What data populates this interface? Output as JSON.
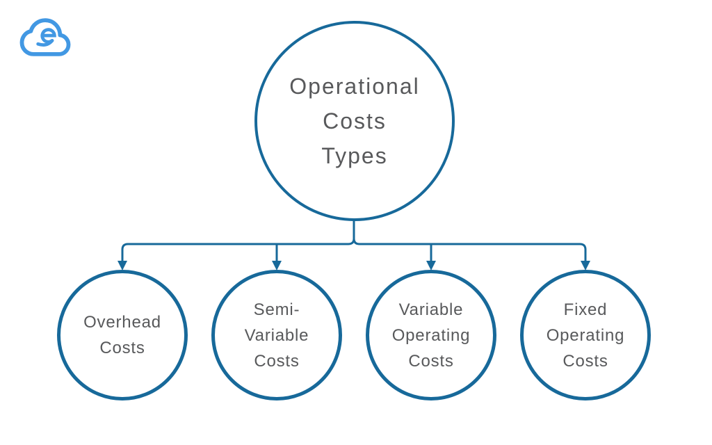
{
  "theme": {
    "background": "#ffffff",
    "node_stroke": "#17699a",
    "node_fill": "#ffffff",
    "connector_color": "#17699a",
    "text_color": "#58595b",
    "logo_blue": "#4298e3"
  },
  "logo": {
    "icon": "cloud-e-logo"
  },
  "diagram": {
    "root": {
      "lines": [
        "Operational",
        "Costs",
        "Types"
      ]
    },
    "children": [
      {
        "lines": [
          "Overhead",
          "Costs"
        ]
      },
      {
        "lines": [
          "Semi-",
          "Variable",
          "Costs"
        ]
      },
      {
        "lines": [
          "Variable",
          "Operating",
          "Costs"
        ]
      },
      {
        "lines": [
          "Fixed",
          "Operating",
          "Costs"
        ]
      }
    ]
  }
}
